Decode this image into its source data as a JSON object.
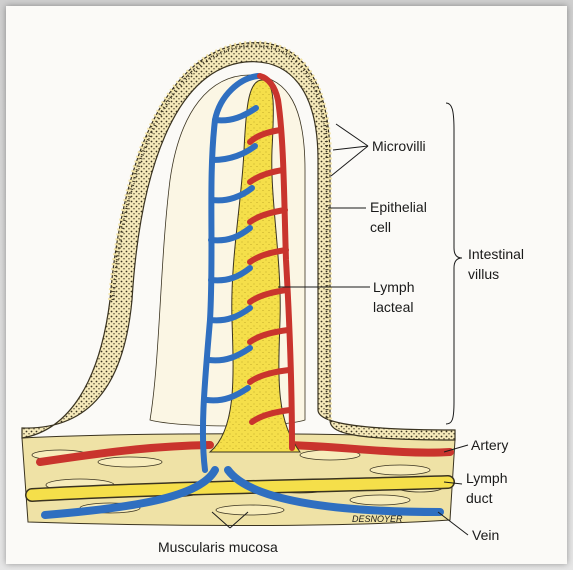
{
  "labels": {
    "microvilli": "Microvilli",
    "epithelial_line1": "Epithelial",
    "epithelial_line2": "cell",
    "intestinal_line1": "Intestinal",
    "intestinal_line2": "villus",
    "lymph_line1": "Lymph",
    "lymph_line2": "lacteal",
    "artery": "Artery",
    "lymph_duct_line1": "Lymph",
    "lymph_duct_line2": "duct",
    "vein": "Vein",
    "muscularis": "Muscularis mucosa",
    "signature": "DESNOYER"
  },
  "colors": {
    "lacteal": "#f5df4a",
    "artery": "#c9342d",
    "vein": "#2f6fc0",
    "epithelium": "#f3e4a8",
    "tissue": "#f1e3a0"
  }
}
